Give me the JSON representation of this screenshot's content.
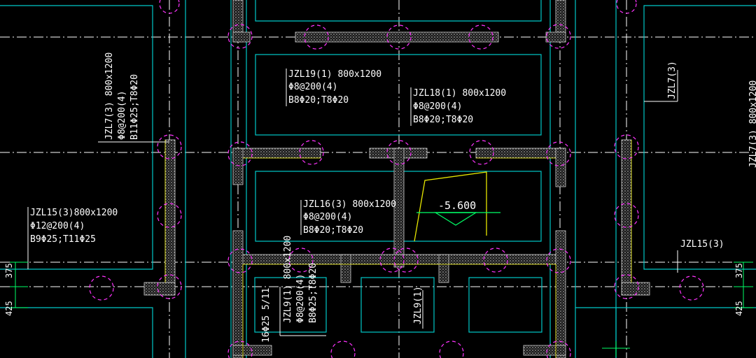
{
  "colors": {
    "background": "#000000",
    "outline": "#00c8c8",
    "axis": "#ffffff",
    "column": "#ff33ff",
    "wall_hatch": "#b0b0b0",
    "leader": "#ffffff",
    "elevation": "#ffff44",
    "level_mark": "#00ff66",
    "dimension": "#00ff66"
  },
  "beams": [
    {
      "name": "jzl19",
      "lines": [
        "JZL19(1) 800x1200",
        "Φ8@200(4)",
        "B8Φ20;T8Φ20"
      ]
    },
    {
      "name": "jzl18",
      "lines": [
        "JZL18(1) 800x1200",
        "Φ8@200(4)",
        "B8Φ20;T8Φ20"
      ]
    },
    {
      "name": "jzl16",
      "lines": [
        "JZL16(3) 800x1200",
        "Φ8@200(4)",
        "B8Φ20;T8Φ20"
      ]
    },
    {
      "name": "jzl15",
      "lines": [
        "JZL15(3)800x1200",
        "Φ12@200(4)",
        "B9Φ25;T11Φ25"
      ]
    },
    {
      "name": "jzl7",
      "lines": [
        "JZL7(3) 800x1200",
        "Φ8@200(4)",
        "B11Φ25;T8Φ20"
      ]
    },
    {
      "name": "jzl9",
      "lines": [
        "JZL9(1) 800x1200",
        "Φ8@200(4)",
        "B8Φ25;T8Φ20"
      ]
    }
  ],
  "small_labels": {
    "jzl7_right": "JZL7(3)",
    "jzl15_right": "JZL15(3)",
    "jzl9_short": "JZL9(1)",
    "rebar_note": "16Φ25 5/11",
    "cut_right": "JZL7(3) 800x1200"
  },
  "elevation": "-5.600",
  "dimensions": {
    "upper": "375",
    "lower": "425"
  }
}
